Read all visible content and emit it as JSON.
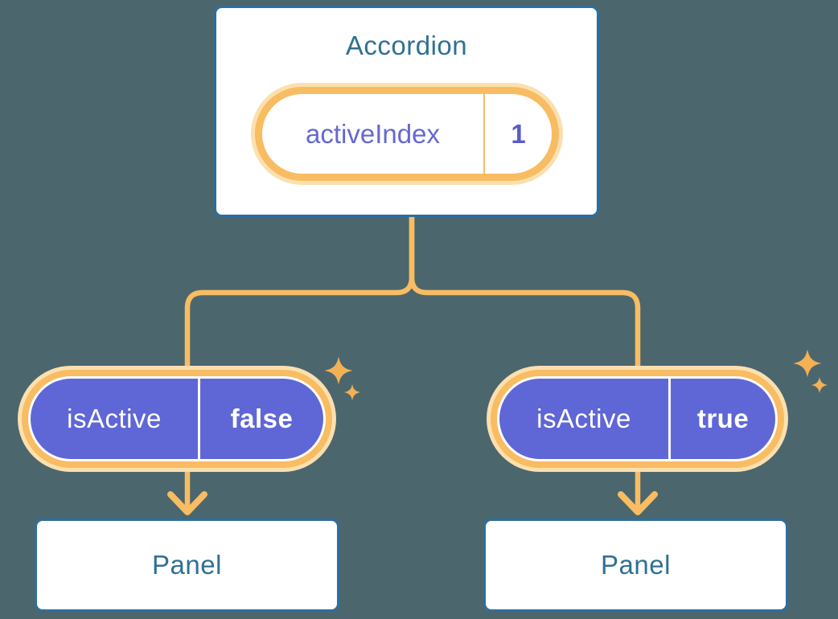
{
  "background_color": "#4C666E",
  "colors": {
    "bg": "#4C666E",
    "box_border": "#2E6E9E",
    "box_text": "#2F7193",
    "purple": "#5F67D6",
    "purple_text": "#6568D2",
    "purple_value": "#575CCE",
    "orange": "#F8BC62",
    "orange_glow": "#FBE0AF",
    "sparkle": "#F4B054",
    "white": "#FFFFFF"
  },
  "accordion": {
    "title": "Accordion",
    "state_pill": {
      "label": "activeIndex",
      "value": "1"
    }
  },
  "branches": [
    {
      "prop_pill": {
        "label": "isActive",
        "value": "false"
      },
      "panel_label": "Panel"
    },
    {
      "prop_pill": {
        "label": "isActive",
        "value": "true"
      },
      "panel_label": "Panel"
    }
  ],
  "icons": {
    "sparkles": "sparkle-icon"
  }
}
